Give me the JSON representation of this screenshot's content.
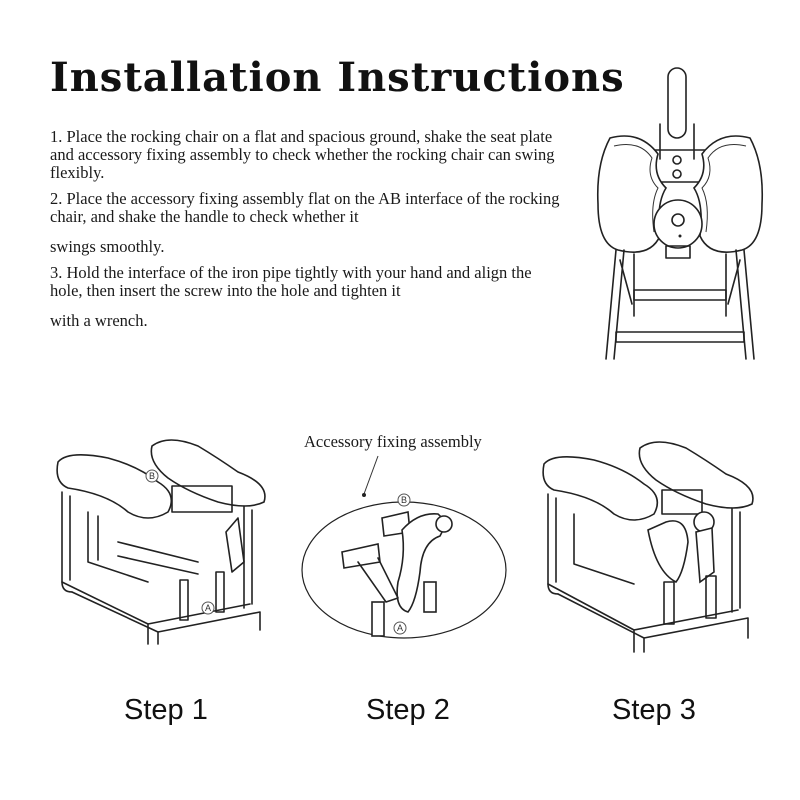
{
  "page": {
    "title": "Installation Instructions"
  },
  "instructions": [
    {
      "number": "1.",
      "text": "Place the rocking chair on a flat and spacious ground, shake the seat plate and accessory fixing assembly to check whether the rocking chair can swing flexibly."
    },
    {
      "number": "2.",
      "text": "Place the accessory fixing assembly flat on the AB interface of the rocking chair, and shake the handle to check whether it",
      "continuation": "swings smoothly."
    },
    {
      "number": "3.",
      "text": "Hold the interface of the iron pipe tightly with your hand and align the hole, then insert the screw into the hole and tighten it",
      "continuation": "with a wrench."
    }
  ],
  "figures": {
    "top_view": {
      "description": "Rocking chair top view with handle"
    },
    "step1": {
      "label": "Step 1",
      "markers": [
        "B",
        "A"
      ]
    },
    "step2": {
      "label": "Step 2",
      "callout": "Accessory fixing assembly",
      "markers": [
        "B",
        "A"
      ]
    },
    "step3": {
      "label": "Step 3"
    }
  }
}
